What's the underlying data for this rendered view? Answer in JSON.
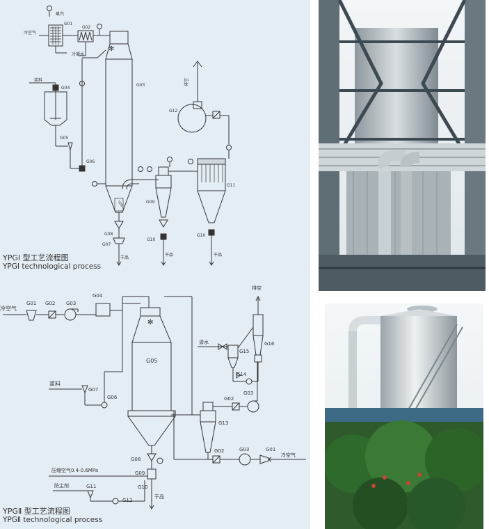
{
  "ypg1": {
    "caption_zh": "YPGⅠ 型工艺流程图",
    "caption_en": "YPGⅠ technological process",
    "labels": {
      "steam": "蒸汽",
      "cold_air": "冷空气",
      "condensate": "冷凝水",
      "feed": "浆料",
      "exhaust": "排空",
      "product_1": "干品",
      "product_2": "干品",
      "product_3": "干品"
    },
    "tags": [
      "G01",
      "G02",
      "G03",
      "G04",
      "G05",
      "G06",
      "G07",
      "G08",
      "G09",
      "G10",
      "G10",
      "G11",
      "G12"
    ]
  },
  "ypg2": {
    "caption_zh": "YPGⅡ 型工艺流程图",
    "caption_en": "YPGⅡ technological process",
    "labels": {
      "cold_air_left": "冷空气",
      "exhaust": "排空",
      "clean_water": "清水",
      "feed": "浆料",
      "compressed_air": "压缩空气0.4-0.6MPa",
      "dust_agent": "防尘剂",
      "product": "干品",
      "cold_air_right": "冷空气"
    },
    "tags": [
      "G01",
      "G02",
      "G03",
      "G04",
      "G05",
      "G06",
      "G07",
      "G08",
      "G09",
      "G10",
      "G11",
      "G12",
      "G13",
      "G14",
      "G15",
      "G16",
      "G02",
      "G03",
      "G02",
      "G03",
      "G01"
    ]
  },
  "photos": [
    {
      "name": "photo-tower-structure"
    },
    {
      "name": "photo-spray-dryer-outdoor"
    }
  ]
}
